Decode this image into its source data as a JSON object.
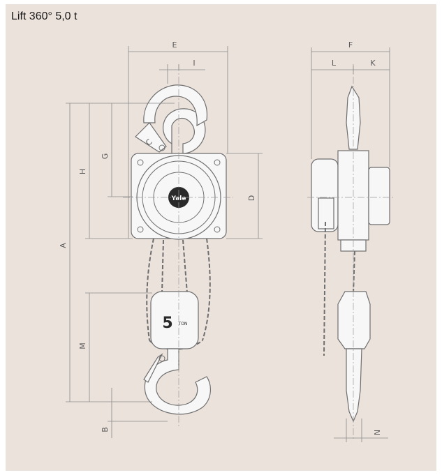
{
  "title": "Lift 360° 5,0 t",
  "labels": {
    "E": "E",
    "I": "I",
    "F": "F",
    "L": "L",
    "K": "K",
    "G": "G",
    "H": "H",
    "A": "A",
    "D": "D",
    "M": "M",
    "B": "B",
    "N": "N",
    "C": "C"
  },
  "logo_text": "Yale",
  "block_number": "5",
  "block_unit": "TON",
  "colors": {
    "background": "#ece2dc",
    "line": "#6e6e6e",
    "body_fill": "#f7f7f7"
  }
}
